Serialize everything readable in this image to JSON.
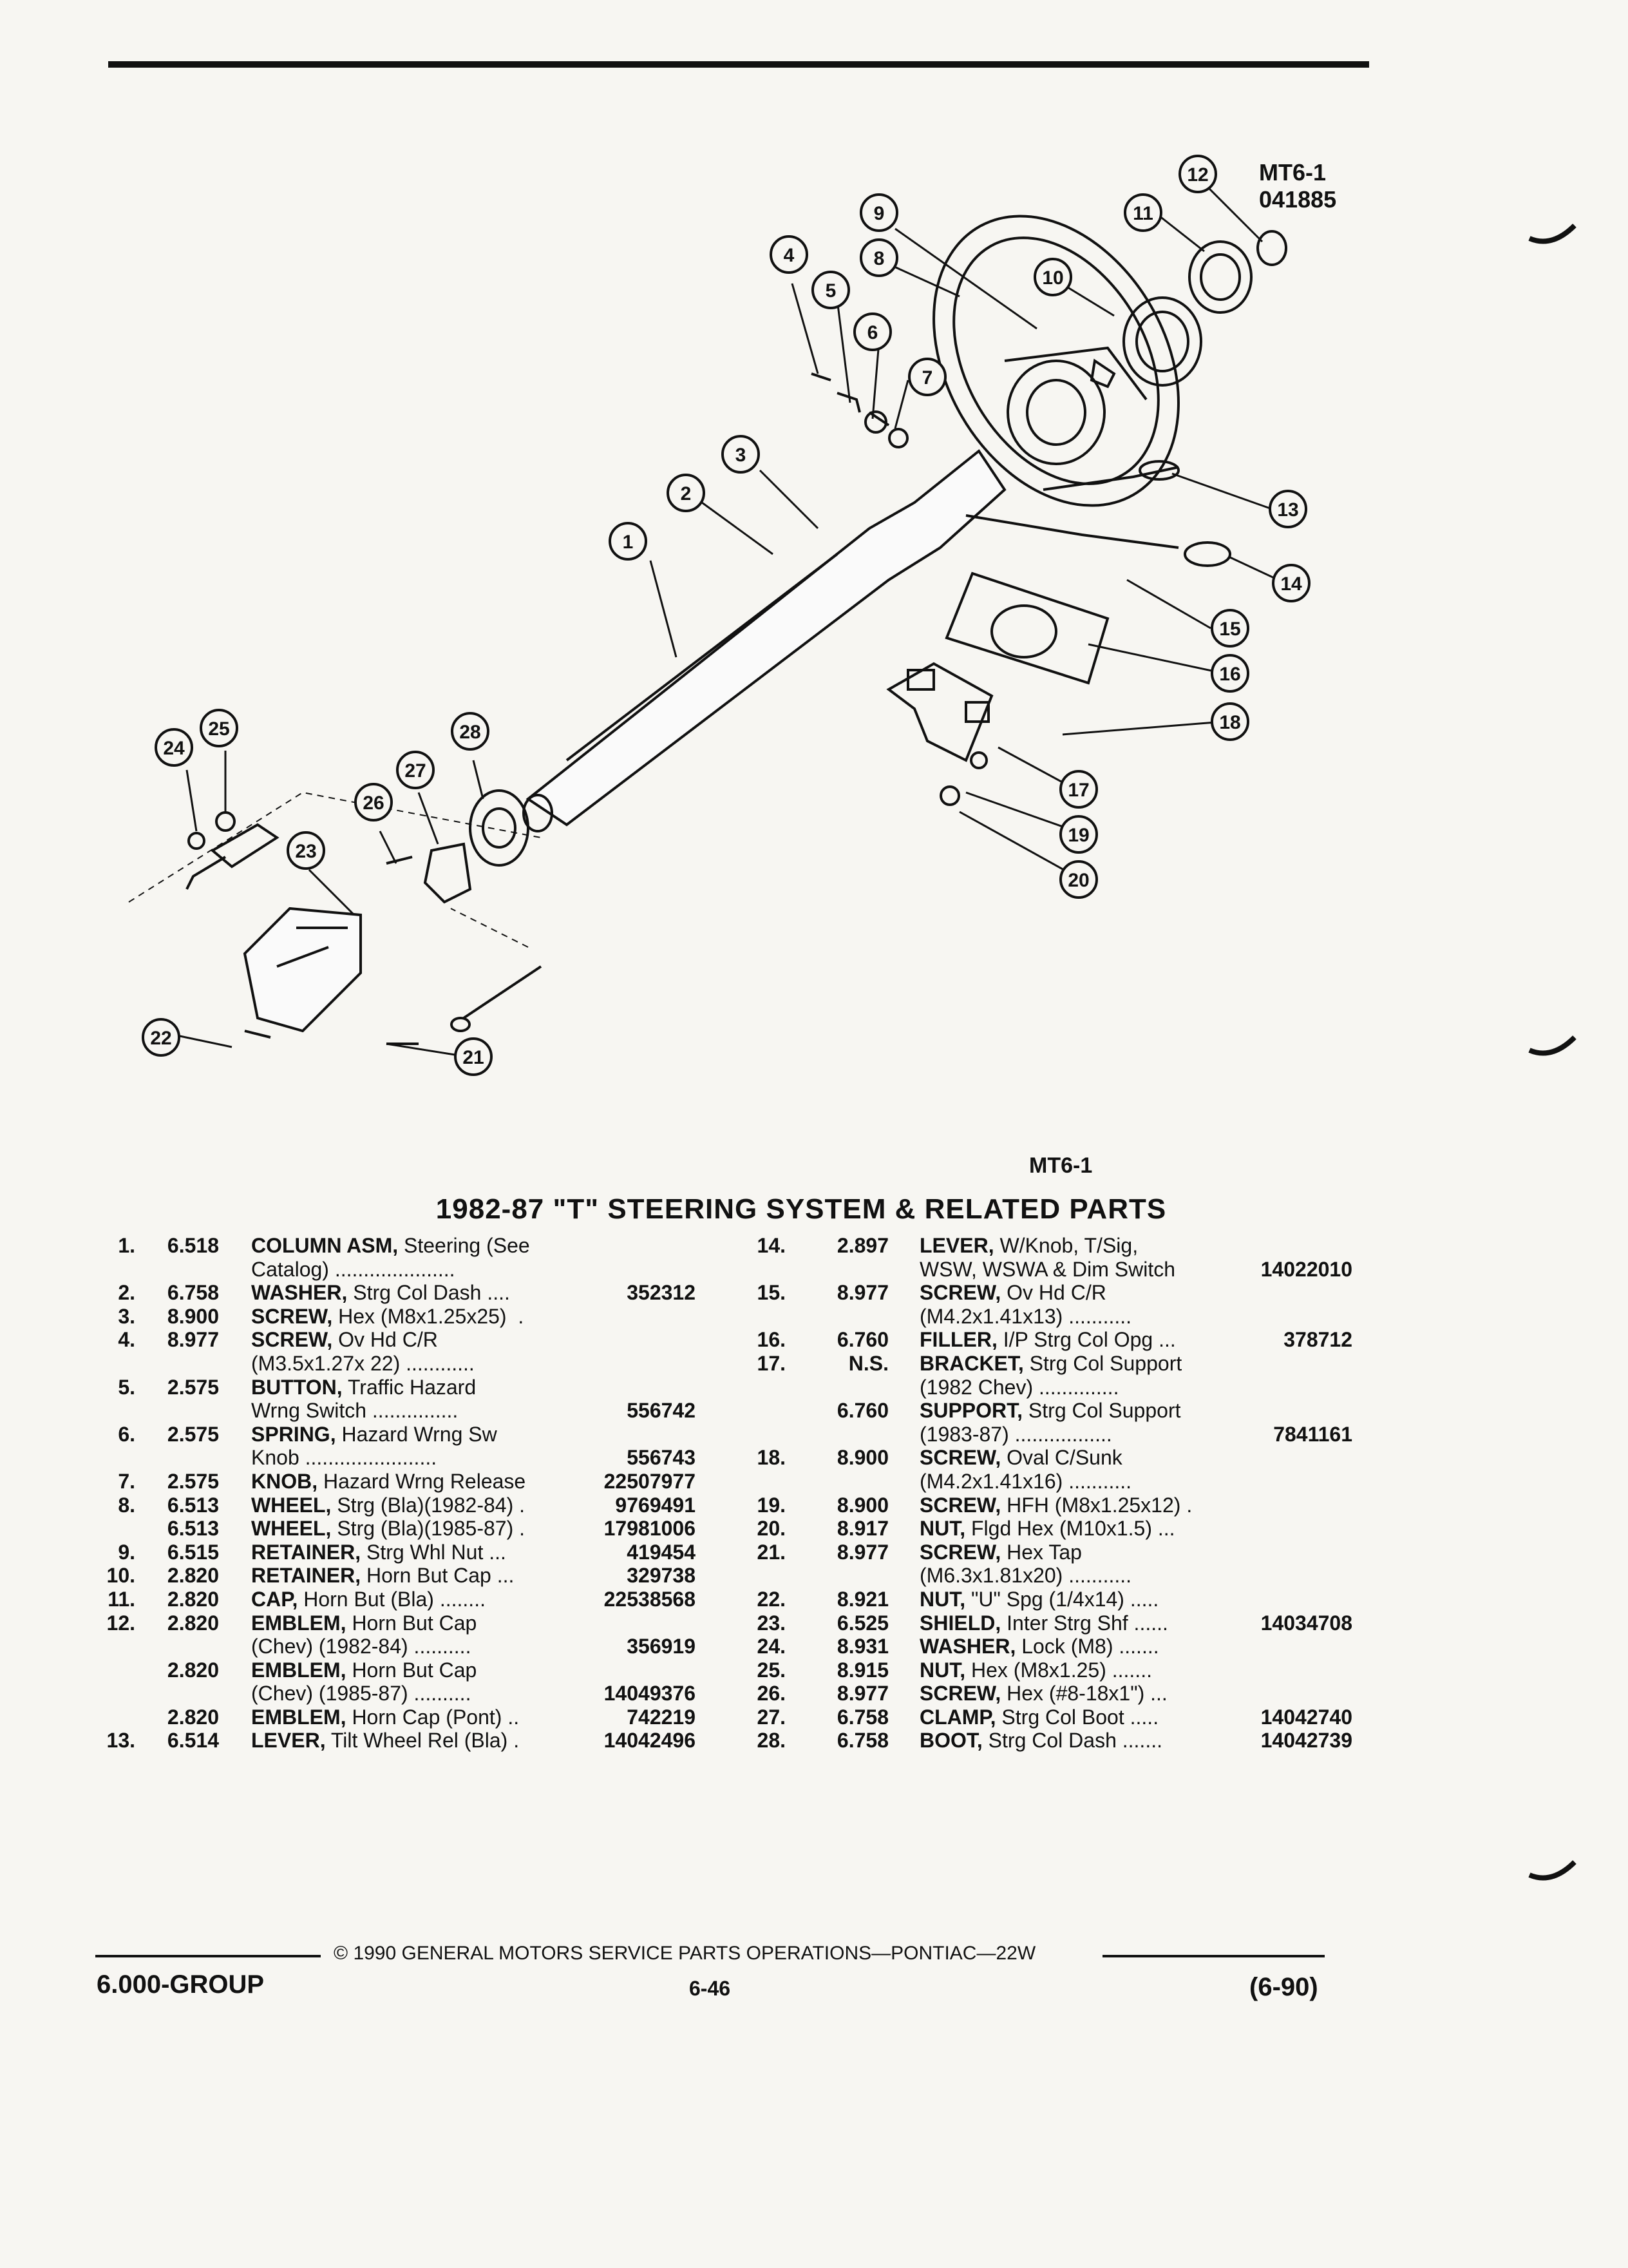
{
  "header": {
    "fig_code": "MT6-1",
    "fig_date": "041885"
  },
  "diagram": {
    "callouts": [
      "1",
      "2",
      "3",
      "4",
      "5",
      "6",
      "7",
      "8",
      "9",
      "10",
      "11",
      "12",
      "13",
      "14",
      "15",
      "16",
      "17",
      "18",
      "19",
      "20",
      "21",
      "22",
      "23",
      "24",
      "25",
      "26",
      "27",
      "28"
    ]
  },
  "figure_label": "MT6-1",
  "title": "1982-87 \"T\" STEERING SYSTEM & RELATED PARTS",
  "parts_left": [
    {
      "num": "1.",
      "grp": "6.518",
      "name": "COLUMN ASM,",
      "desc": " Steering (See",
      "part": ""
    },
    {
      "num": "",
      "grp": "",
      "name": "",
      "desc": "Catalog) .....................",
      "part": ""
    },
    {
      "num": "2.",
      "grp": "6.758",
      "name": "WASHER,",
      "desc": " Strg Col Dash ....",
      "part": "352312"
    },
    {
      "num": "3.",
      "grp": "8.900",
      "name": "SCREW,",
      "desc": " Hex (M8x1.25x25)  .",
      "part": ""
    },
    {
      "num": "4.",
      "grp": "8.977",
      "name": "SCREW,",
      "desc": " Ov Hd C/R",
      "part": ""
    },
    {
      "num": "",
      "grp": "",
      "name": "",
      "desc": "(M3.5x1.27x 22) ............",
      "part": ""
    },
    {
      "num": "5.",
      "grp": "2.575",
      "name": "BUTTON,",
      "desc": " Traffic Hazard",
      "part": ""
    },
    {
      "num": "",
      "grp": "",
      "name": "",
      "desc": "Wrng Switch ...............",
      "part": "556742"
    },
    {
      "num": "6.",
      "grp": "2.575",
      "name": "SPRING,",
      "desc": " Hazard Wrng Sw",
      "part": ""
    },
    {
      "num": "",
      "grp": "",
      "name": "",
      "desc": "Knob .......................",
      "part": "556743"
    },
    {
      "num": "7.",
      "grp": "2.575",
      "name": "KNOB,",
      "desc": " Hazard Wrng Release",
      "part": "22507977"
    },
    {
      "num": "8.",
      "grp": "6.513",
      "name": "WHEEL,",
      "desc": " Strg (Bla)(1982-84) .",
      "part": "9769491"
    },
    {
      "num": "",
      "grp": "6.513",
      "name": "WHEEL,",
      "desc": " Strg (Bla)(1985-87) .",
      "part": "17981006"
    },
    {
      "num": "9.",
      "grp": "6.515",
      "name": "RETAINER,",
      "desc": " Strg Whl Nut ...",
      "part": "419454"
    },
    {
      "num": "10.",
      "grp": "2.820",
      "name": "RETAINER,",
      "desc": " Horn But Cap ...",
      "part": "329738"
    },
    {
      "num": "11.",
      "grp": "2.820",
      "name": "CAP,",
      "desc": " Horn But (Bla) ........",
      "part": "22538568"
    },
    {
      "num": "12.",
      "grp": "2.820",
      "name": "EMBLEM,",
      "desc": " Horn But Cap",
      "part": ""
    },
    {
      "num": "",
      "grp": "",
      "name": "",
      "desc": "(Chev) (1982-84) ..........",
      "part": "356919"
    },
    {
      "num": "",
      "grp": "2.820",
      "name": "EMBLEM,",
      "desc": " Horn But Cap",
      "part": ""
    },
    {
      "num": "",
      "grp": "",
      "name": "",
      "desc": "(Chev) (1985-87) ..........",
      "part": "14049376"
    },
    {
      "num": "",
      "grp": "2.820",
      "name": "EMBLEM,",
      "desc": " Horn Cap (Pont) ..",
      "part": "742219"
    },
    {
      "num": "13.",
      "grp": "6.514",
      "name": "LEVER,",
      "desc": " Tilt Wheel Rel (Bla) .",
      "part": "14042496"
    }
  ],
  "parts_right": [
    {
      "num": "14.",
      "grp": "2.897",
      "name": "LEVER,",
      "desc": " W/Knob, T/Sig,",
      "part": ""
    },
    {
      "num": "",
      "grp": "",
      "name": "",
      "desc": "WSW, WSWA & Dim Switch",
      "part": "14022010"
    },
    {
      "num": "15.",
      "grp": "8.977",
      "name": "SCREW,",
      "desc": " Ov Hd C/R",
      "part": ""
    },
    {
      "num": "",
      "grp": "",
      "name": "",
      "desc": "(M4.2x1.41x13) ...........",
      "part": ""
    },
    {
      "num": "16.",
      "grp": "6.760",
      "name": "FILLER,",
      "desc": " I/P Strg Col Opg ...",
      "part": "378712"
    },
    {
      "num": "17.",
      "grp": "N.S.",
      "name": "BRACKET,",
      "desc": " Strg Col Support",
      "part": ""
    },
    {
      "num": "",
      "grp": "",
      "name": "",
      "desc": "(1982 Chev) ..............",
      "part": ""
    },
    {
      "num": "",
      "grp": "6.760",
      "name": "SUPPORT,",
      "desc": " Strg Col Support",
      "part": ""
    },
    {
      "num": "",
      "grp": "",
      "name": "",
      "desc": "(1983-87) .................",
      "part": "7841161"
    },
    {
      "num": "18.",
      "grp": "8.900",
      "name": "SCREW,",
      "desc": " Oval C/Sunk",
      "part": ""
    },
    {
      "num": "",
      "grp": "",
      "name": "",
      "desc": "(M4.2x1.41x16) ...........",
      "part": ""
    },
    {
      "num": "19.",
      "grp": "8.900",
      "name": "SCREW,",
      "desc": " HFH (M8x1.25x12) .",
      "part": ""
    },
    {
      "num": "20.",
      "grp": "8.917",
      "name": "NUT,",
      "desc": " Flgd Hex (M10x1.5) ...",
      "part": ""
    },
    {
      "num": "21.",
      "grp": "8.977",
      "name": "SCREW,",
      "desc": " Hex Tap",
      "part": ""
    },
    {
      "num": "",
      "grp": "",
      "name": "",
      "desc": "(M6.3x1.81x20) ...........",
      "part": ""
    },
    {
      "num": "22.",
      "grp": "8.921",
      "name": "NUT,",
      "desc": " \"U\" Spg (1/4x14) .....",
      "part": ""
    },
    {
      "num": "23.",
      "grp": "6.525",
      "name": "SHIELD,",
      "desc": " Inter Strg Shf ......",
      "part": "14034708"
    },
    {
      "num": "24.",
      "grp": "8.931",
      "name": "WASHER,",
      "desc": " Lock (M8) .......",
      "part": ""
    },
    {
      "num": "25.",
      "grp": "8.915",
      "name": "NUT,",
      "desc": " Hex (M8x1.25) .......",
      "part": ""
    },
    {
      "num": "26.",
      "grp": "8.977",
      "name": "SCREW,",
      "desc": " Hex (#8-18x1\") ...",
      "part": ""
    },
    {
      "num": "27.",
      "grp": "6.758",
      "name": "CLAMP,",
      "desc": " Strg Col Boot .....",
      "part": "14042740"
    },
    {
      "num": "28.",
      "grp": "6.758",
      "name": "BOOT,",
      "desc": " Strg Col Dash .......",
      "part": "14042739"
    }
  ],
  "footer": {
    "copyright": "© 1990 GENERAL MOTORS SERVICE PARTS OPERATIONS—PONTIAC—22W",
    "group": "6.000-GROUP",
    "page": "6-46",
    "revision": "(6-90)"
  }
}
